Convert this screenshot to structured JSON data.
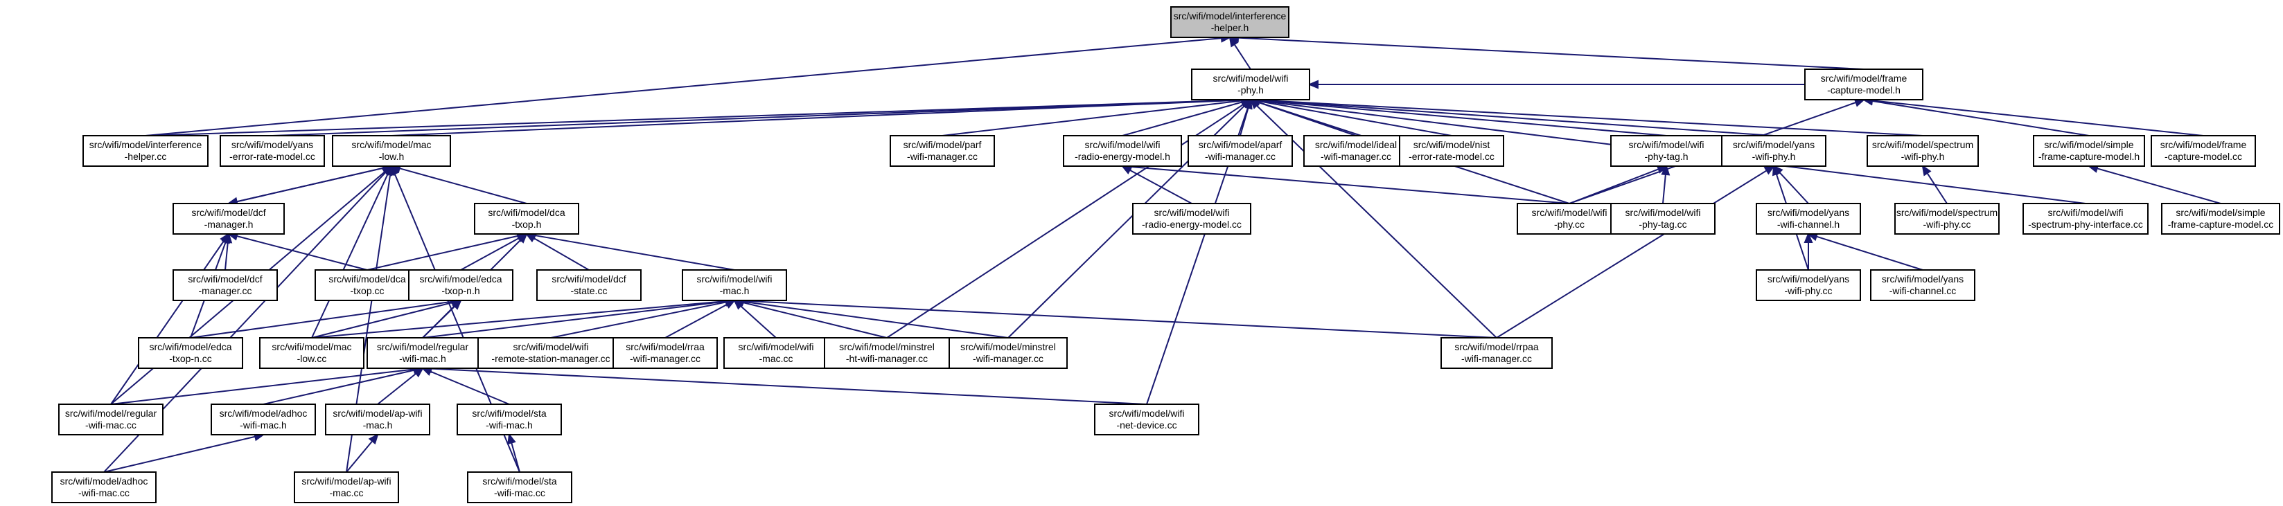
{
  "diagram": {
    "colors": {
      "edge": "#191970",
      "node_fill": "#ffffff",
      "root_fill": "#bfbfbf",
      "border": "#000000",
      "text": "#000000"
    },
    "nodes": [
      {
        "id": "n0",
        "lines": [
          "src/wifi/model/interference",
          "-helper.h"
        ],
        "root": true
      },
      {
        "id": "n1",
        "lines": [
          "src/wifi/model/wifi",
          "-phy.h"
        ]
      },
      {
        "id": "n2",
        "lines": [
          "src/wifi/model/frame",
          "-capture-model.h"
        ]
      },
      {
        "id": "n3",
        "lines": [
          "src/wifi/model/interference",
          "-helper.cc"
        ]
      },
      {
        "id": "n4",
        "lines": [
          "src/wifi/model/yans",
          "-error-rate-model.cc"
        ]
      },
      {
        "id": "n5",
        "lines": [
          "src/wifi/model/mac",
          "-low.h"
        ]
      },
      {
        "id": "n6",
        "lines": [
          "src/wifi/model/parf",
          "-wifi-manager.cc"
        ]
      },
      {
        "id": "n7",
        "lines": [
          "src/wifi/model/wifi",
          "-radio-energy-model.h"
        ]
      },
      {
        "id": "n8",
        "lines": [
          "src/wifi/model/aparf",
          "-wifi-manager.cc"
        ]
      },
      {
        "id": "n9",
        "lines": [
          "src/wifi/model/ideal",
          "-wifi-manager.cc"
        ]
      },
      {
        "id": "n10",
        "lines": [
          "src/wifi/model/nist",
          "-error-rate-model.cc"
        ]
      },
      {
        "id": "n11",
        "lines": [
          "src/wifi/model/wifi",
          "-phy-tag.h"
        ]
      },
      {
        "id": "n12",
        "lines": [
          "src/wifi/model/yans",
          "-wifi-phy.h"
        ]
      },
      {
        "id": "n13",
        "lines": [
          "src/wifi/model/spectrum",
          "-wifi-phy.h"
        ]
      },
      {
        "id": "n14",
        "lines": [
          "src/wifi/model/simple",
          "-frame-capture-model.h"
        ]
      },
      {
        "id": "n15",
        "lines": [
          "src/wifi/model/frame",
          "-capture-model.cc"
        ]
      },
      {
        "id": "n16",
        "lines": [
          "src/wifi/model/dcf",
          "-manager.h"
        ]
      },
      {
        "id": "n17",
        "lines": [
          "src/wifi/model/dca",
          "-txop.h"
        ]
      },
      {
        "id": "n18",
        "lines": [
          "src/wifi/model/wifi",
          "-radio-energy-model.cc"
        ]
      },
      {
        "id": "n19",
        "lines": [
          "src/wifi/model/wifi",
          "-phy.cc"
        ]
      },
      {
        "id": "n20",
        "lines": [
          "src/wifi/model/wifi",
          "-phy-tag.cc"
        ]
      },
      {
        "id": "n21",
        "lines": [
          "src/wifi/model/yans",
          "-wifi-channel.h"
        ]
      },
      {
        "id": "n22",
        "lines": [
          "src/wifi/model/spectrum",
          "-wifi-phy.cc"
        ]
      },
      {
        "id": "n23",
        "lines": [
          "src/wifi/model/wifi",
          "-spectrum-phy-interface.cc"
        ]
      },
      {
        "id": "n24",
        "lines": [
          "src/wifi/model/simple",
          "-frame-capture-model.cc"
        ]
      },
      {
        "id": "n25",
        "lines": [
          "src/wifi/model/dcf",
          "-manager.cc"
        ]
      },
      {
        "id": "n26",
        "lines": [
          "src/wifi/model/dca",
          "-txop.cc"
        ]
      },
      {
        "id": "n27",
        "lines": [
          "src/wifi/model/edca",
          "-txop-n.h"
        ]
      },
      {
        "id": "n28",
        "lines": [
          "src/wifi/model/dcf",
          "-state.cc"
        ]
      },
      {
        "id": "n29",
        "lines": [
          "src/wifi/model/wifi",
          "-mac.h"
        ]
      },
      {
        "id": "n30",
        "lines": [
          "src/wifi/model/yans",
          "-wifi-phy.cc"
        ]
      },
      {
        "id": "n31",
        "lines": [
          "src/wifi/model/yans",
          "-wifi-channel.cc"
        ]
      },
      {
        "id": "n32",
        "lines": [
          "src/wifi/model/edca",
          "-txop-n.cc"
        ]
      },
      {
        "id": "n33",
        "lines": [
          "src/wifi/model/mac",
          "-low.cc"
        ]
      },
      {
        "id": "n34",
        "lines": [
          "src/wifi/model/regular",
          "-wifi-mac.h"
        ]
      },
      {
        "id": "n35",
        "lines": [
          "src/wifi/model/wifi",
          "-remote-station-manager.cc"
        ]
      },
      {
        "id": "n36",
        "lines": [
          "src/wifi/model/rraa",
          "-wifi-manager.cc"
        ]
      },
      {
        "id": "n37",
        "lines": [
          "src/wifi/model/wifi",
          "-mac.cc"
        ]
      },
      {
        "id": "n38",
        "lines": [
          "src/wifi/model/minstrel",
          "-ht-wifi-manager.cc"
        ]
      },
      {
        "id": "n39",
        "lines": [
          "src/wifi/model/minstrel",
          "-wifi-manager.cc"
        ]
      },
      {
        "id": "n40",
        "lines": [
          "src/wifi/model/rrpaa",
          "-wifi-manager.cc"
        ]
      },
      {
        "id": "n41",
        "lines": [
          "src/wifi/model/regular",
          "-wifi-mac.cc"
        ]
      },
      {
        "id": "n42",
        "lines": [
          "src/wifi/model/adhoc",
          "-wifi-mac.h"
        ]
      },
      {
        "id": "n43",
        "lines": [
          "src/wifi/model/ap-wifi",
          "-mac.h"
        ]
      },
      {
        "id": "n44",
        "lines": [
          "src/wifi/model/sta",
          "-wifi-mac.h"
        ]
      },
      {
        "id": "n45",
        "lines": [
          "src/wifi/model/wifi",
          "-net-device.cc"
        ]
      },
      {
        "id": "n46",
        "lines": [
          "src/wifi/model/adhoc",
          "-wifi-mac.cc"
        ]
      },
      {
        "id": "n47",
        "lines": [
          "src/wifi/model/ap-wifi",
          "-mac.cc"
        ]
      },
      {
        "id": "n48",
        "lines": [
          "src/wifi/model/sta",
          "-wifi-mac.cc"
        ]
      }
    ],
    "edges": [
      [
        "n1",
        "n0"
      ],
      [
        "n2",
        "n0"
      ],
      [
        "n3",
        "n0"
      ],
      [
        "n2",
        "n1"
      ],
      [
        "n3",
        "n1"
      ],
      [
        "n4",
        "n1"
      ],
      [
        "n5",
        "n1"
      ],
      [
        "n6",
        "n1"
      ],
      [
        "n7",
        "n1"
      ],
      [
        "n8",
        "n1"
      ],
      [
        "n9",
        "n1"
      ],
      [
        "n10",
        "n1"
      ],
      [
        "n11",
        "n1"
      ],
      [
        "n12",
        "n1"
      ],
      [
        "n13",
        "n1"
      ],
      [
        "n19",
        "n1"
      ],
      [
        "n23",
        "n1"
      ],
      [
        "n38",
        "n1"
      ],
      [
        "n39",
        "n1"
      ],
      [
        "n40",
        "n1"
      ],
      [
        "n45",
        "n1"
      ],
      [
        "n14",
        "n2"
      ],
      [
        "n15",
        "n2"
      ],
      [
        "n19",
        "n2"
      ],
      [
        "n16",
        "n5"
      ],
      [
        "n17",
        "n5"
      ],
      [
        "n33",
        "n5"
      ],
      [
        "n41",
        "n5"
      ],
      [
        "n46",
        "n5"
      ],
      [
        "n47",
        "n5"
      ],
      [
        "n48",
        "n5"
      ],
      [
        "n18",
        "n7"
      ],
      [
        "n19",
        "n7"
      ],
      [
        "n19",
        "n11"
      ],
      [
        "n20",
        "n11"
      ],
      [
        "n21",
        "n12"
      ],
      [
        "n30",
        "n12"
      ],
      [
        "n40",
        "n12"
      ],
      [
        "n22",
        "n13"
      ],
      [
        "n24",
        "n14"
      ],
      [
        "n5",
        "n16"
      ],
      [
        "n25",
        "n16"
      ],
      [
        "n26",
        "n16"
      ],
      [
        "n32",
        "n16"
      ],
      [
        "n41",
        "n16"
      ],
      [
        "n26",
        "n17"
      ],
      [
        "n27",
        "n17"
      ],
      [
        "n28",
        "n17"
      ],
      [
        "n29",
        "n17"
      ],
      [
        "n34",
        "n17"
      ],
      [
        "n30",
        "n21"
      ],
      [
        "n31",
        "n21"
      ],
      [
        "n32",
        "n27"
      ],
      [
        "n33",
        "n27"
      ],
      [
        "n34",
        "n27"
      ],
      [
        "n33",
        "n29"
      ],
      [
        "n34",
        "n29"
      ],
      [
        "n35",
        "n29"
      ],
      [
        "n36",
        "n29"
      ],
      [
        "n37",
        "n29"
      ],
      [
        "n38",
        "n29"
      ],
      [
        "n39",
        "n29"
      ],
      [
        "n40",
        "n29"
      ],
      [
        "n41",
        "n34"
      ],
      [
        "n42",
        "n34"
      ],
      [
        "n43",
        "n34"
      ],
      [
        "n44",
        "n34"
      ],
      [
        "n45",
        "n34"
      ],
      [
        "n46",
        "n42"
      ],
      [
        "n47",
        "n43"
      ],
      [
        "n48",
        "n44"
      ]
    ]
  }
}
